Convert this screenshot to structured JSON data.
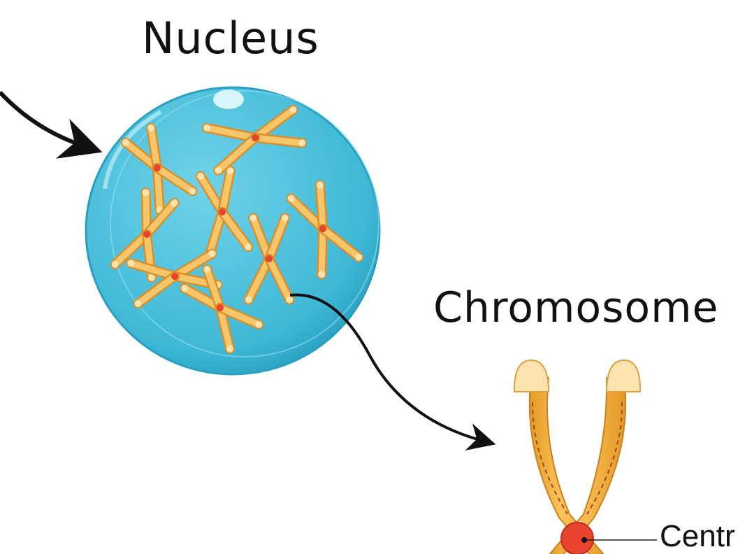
{
  "labels": {
    "nucleus": "Nucleus",
    "chromosome": "Chromosome",
    "centromere": "Centr"
  },
  "colors": {
    "nucleus_fill": "#4fc3dc",
    "nucleus_edge": "#2aa3c4",
    "chromosome_fill": "#f5b33c",
    "chromosome_light": "#fde3b0",
    "centromere": "#e8442e",
    "arrow": "#111111"
  }
}
